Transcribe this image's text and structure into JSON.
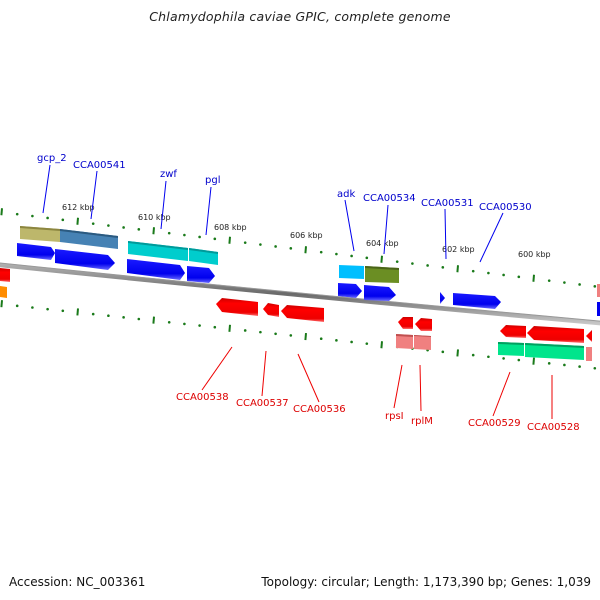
{
  "title": "Chlamydophila caviae GPIC, complete genome",
  "footer": {
    "accession": "Accession: NC_003361",
    "summary": "Topology: circular; Length: 1,173,390 bp; Genes: 1,039"
  },
  "colors": {
    "forward_label": "#0000cc",
    "reverse_label": "#dd0000",
    "forward_cds": "#0000ee",
    "reverse_cds": "#ee0000",
    "tick": "#1a7a1a",
    "backbone": "#808080"
  },
  "scale_ticks": [
    {
      "label": "612 kbp"
    },
    {
      "label": "610 kbp"
    },
    {
      "label": "608 kbp"
    },
    {
      "label": "606 kbp"
    },
    {
      "label": "604 kbp"
    },
    {
      "label": "602 kbp"
    },
    {
      "label": "600 kbp"
    }
  ],
  "forward_labels": [
    {
      "name": "gcp_2"
    },
    {
      "name": "CCA00541"
    },
    {
      "name": "zwf"
    },
    {
      "name": "pgl"
    },
    {
      "name": "adk"
    },
    {
      "name": "CCA00534"
    },
    {
      "name": "CCA00531"
    },
    {
      "name": "CCA00530"
    }
  ],
  "reverse_labels": [
    {
      "name": "CCA00538"
    },
    {
      "name": "CCA00537"
    },
    {
      "name": "CCA00536"
    },
    {
      "name": "rpsI"
    },
    {
      "name": "rplM"
    },
    {
      "name": "CCA00529"
    },
    {
      "name": "CCA00528"
    }
  ]
}
